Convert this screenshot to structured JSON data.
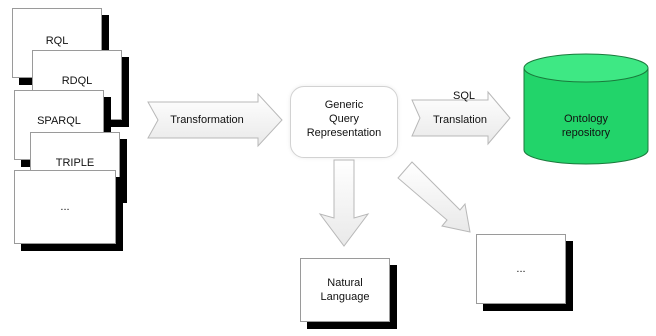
{
  "query_languages": [
    "RQL",
    "RDQL",
    "SPARQL",
    "TRIPLE",
    "..."
  ],
  "arrows": {
    "transformation": "Transformation",
    "sql": "SQL",
    "translation": "Translation"
  },
  "center_box": {
    "line1": "Generic",
    "line2": "Query",
    "line3": "Representation"
  },
  "repository": {
    "line1": "Ontology",
    "line2": "repository",
    "color": "#22d46a"
  },
  "outputs": {
    "natural_language_line1": "Natural",
    "natural_language_line2": "Language",
    "other": "..."
  }
}
